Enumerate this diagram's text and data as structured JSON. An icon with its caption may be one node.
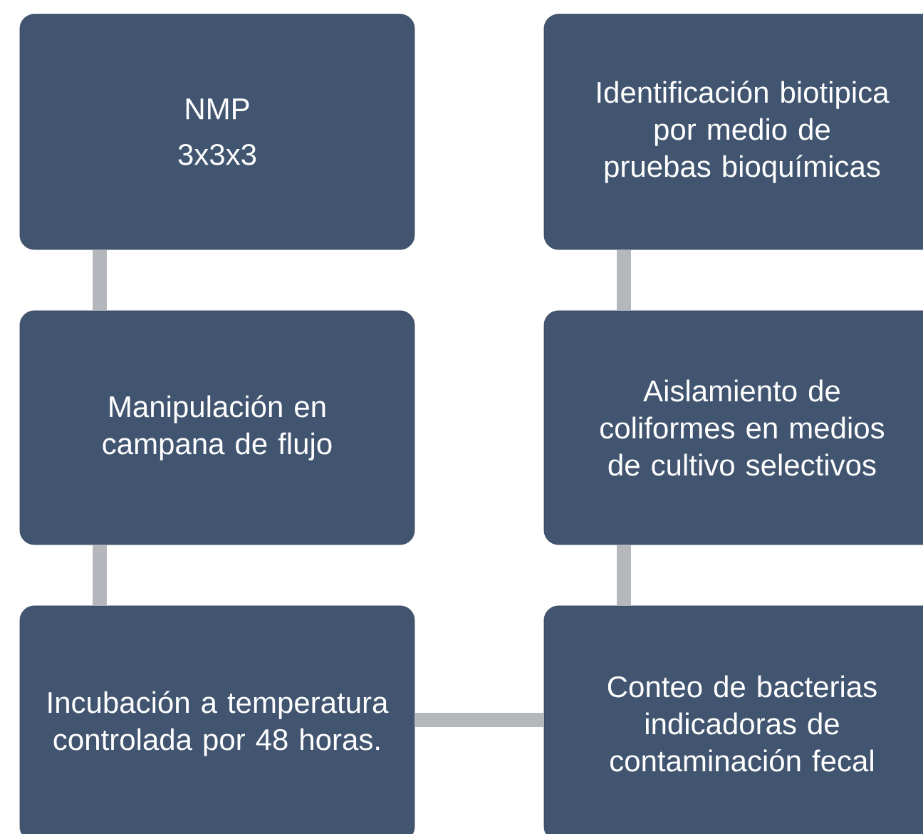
{
  "diagram": {
    "nodes": [
      {
        "text": [
          "NMP",
          "3x3x3"
        ]
      },
      {
        "text": [
          "Manipulación en campana de flujo"
        ]
      },
      {
        "text": [
          "Incubación a temperatura controlada por 48 horas."
        ]
      },
      {
        "text": [
          "Identificación biotipica por medio de pruebas bioquímicas"
        ]
      },
      {
        "text": [
          "Aislamiento de coliformes en medios de cultivo selectivos"
        ]
      },
      {
        "text": [
          "Conteo de bacterias indicadoras de contaminación fecal"
        ]
      }
    ],
    "edges": [
      {
        "from": 0,
        "to": 1,
        "arrow": "none"
      },
      {
        "from": 1,
        "to": 2,
        "arrow": "none"
      },
      {
        "from": 2,
        "to": 5,
        "arrow": "none"
      },
      {
        "from": 5,
        "to": 4,
        "arrow": "none"
      },
      {
        "from": 4,
        "to": 3,
        "arrow": "none"
      }
    ]
  }
}
